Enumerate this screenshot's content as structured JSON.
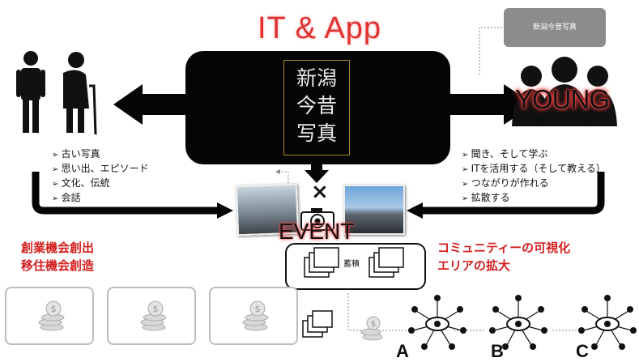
{
  "header": {
    "title": "IT & App"
  },
  "top_right_box": {
    "label": "新潟今昔写真"
  },
  "center": {
    "lines": [
      "新潟",
      "今昔",
      "写真"
    ]
  },
  "young_label": "YOUNG",
  "left_list": [
    "古い写真",
    "思い出、エピソード",
    "文化、伝統",
    "会話"
  ],
  "right_list": [
    "聞き、そして学ぶ",
    "ITを活用する（そして教える）",
    "つながりが作れる",
    "拡散する"
  ],
  "event_label": "EVENT",
  "cross_symbol": "×",
  "accumulate_label": "蓄積",
  "left_red": [
    "創業機会創出",
    "移住機会創造"
  ],
  "right_red": [
    "コミュニティーの可視化",
    "エリアの拡大"
  ],
  "stages": [
    "A",
    "B",
    "C"
  ],
  "icons": {
    "elderly": "elderly-people-icon",
    "young": "young-people-icon",
    "camera": "camera-icon",
    "coin": "coin-stack-icon",
    "network": "network-eye-icon"
  }
}
